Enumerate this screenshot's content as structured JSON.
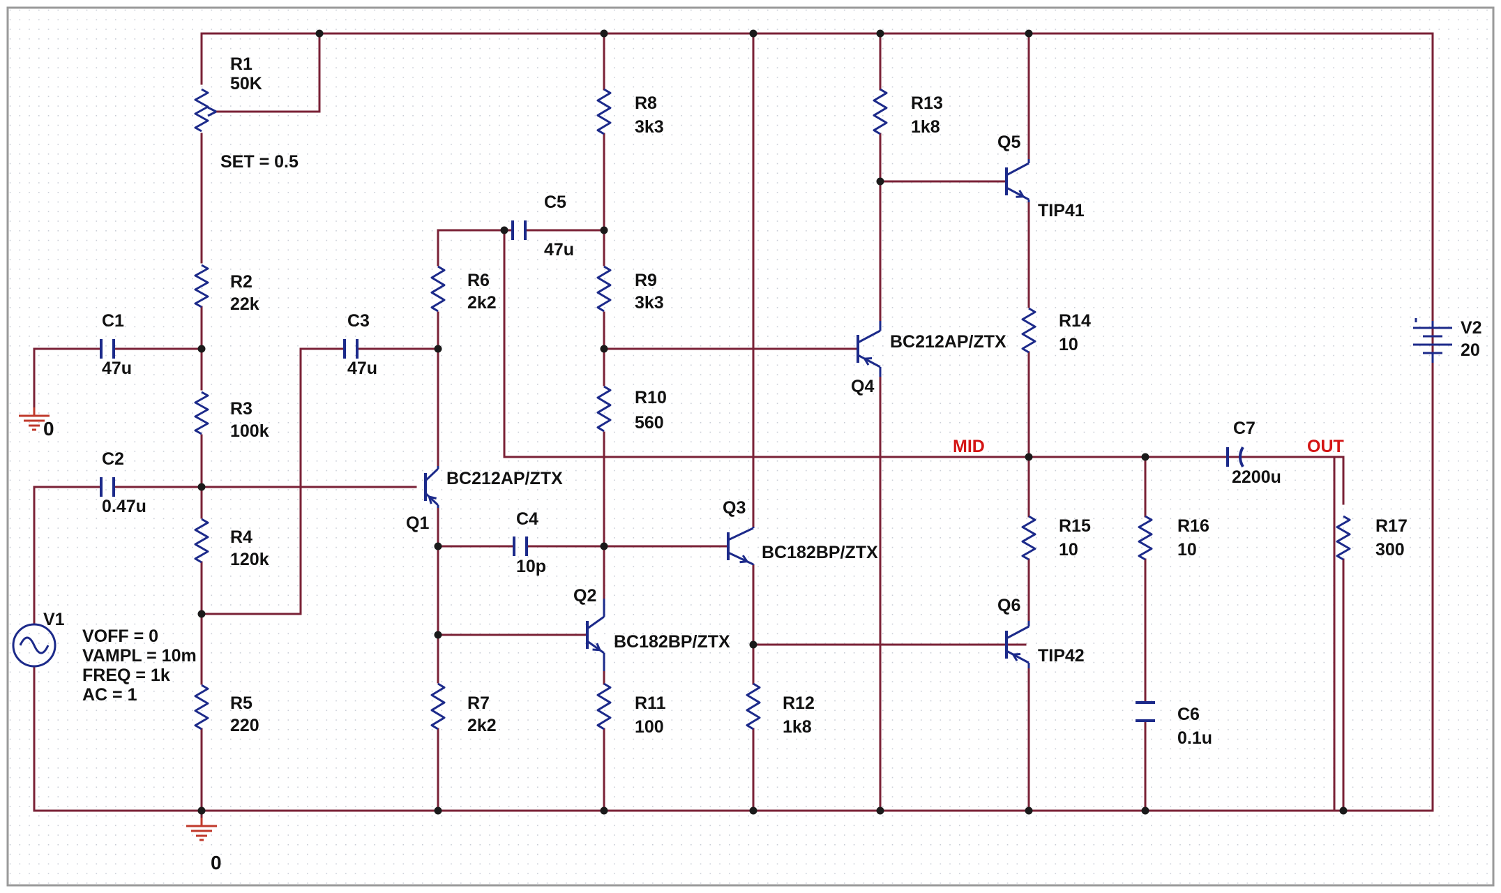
{
  "colors": {
    "wire": "#7a2136",
    "part": "#1c2a8a",
    "text": "#111111",
    "net_label": "#d41414",
    "grid": "#c9cdd6",
    "frame": "#9a9a9a",
    "ground": "#c0392b"
  },
  "components": {
    "R1": {
      "ref": "R1",
      "value": "50K",
      "param": "SET = 0.5"
    },
    "R2": {
      "ref": "R2",
      "value": "22k"
    },
    "R3": {
      "ref": "R3",
      "value": "100k"
    },
    "R4": {
      "ref": "R4",
      "value": "120k"
    },
    "R5": {
      "ref": "R5",
      "value": "220"
    },
    "R6": {
      "ref": "R6",
      "value": "2k2"
    },
    "R7": {
      "ref": "R7",
      "value": "2k2"
    },
    "R8": {
      "ref": "R8",
      "value": "3k3"
    },
    "R9": {
      "ref": "R9",
      "value": "3k3"
    },
    "R10": {
      "ref": "R10",
      "value": "560"
    },
    "R11": {
      "ref": "R11",
      "value": "100"
    },
    "R12": {
      "ref": "R12",
      "value": "1k8"
    },
    "R13": {
      "ref": "R13",
      "value": "1k8"
    },
    "R14": {
      "ref": "R14",
      "value": "10"
    },
    "R15": {
      "ref": "R15",
      "value": "10"
    },
    "R16": {
      "ref": "R16",
      "value": "10"
    },
    "R17": {
      "ref": "R17",
      "value": "300"
    },
    "C1": {
      "ref": "C1",
      "value": "47u"
    },
    "C2": {
      "ref": "C2",
      "value": "0.47u"
    },
    "C3": {
      "ref": "C3",
      "value": "47u"
    },
    "C4": {
      "ref": "C4",
      "value": "10p"
    },
    "C5": {
      "ref": "C5",
      "value": "47u"
    },
    "C6": {
      "ref": "C6",
      "value": "0.1u"
    },
    "C7": {
      "ref": "C7",
      "value": "2200u"
    },
    "Q1": {
      "ref": "Q1",
      "model": "BC212AP/ZTX"
    },
    "Q2": {
      "ref": "Q2",
      "model": "BC182BP/ZTX"
    },
    "Q3": {
      "ref": "Q3",
      "model": "BC182BP/ZTX"
    },
    "Q4": {
      "ref": "Q4",
      "model": "BC212AP/ZTX"
    },
    "Q5": {
      "ref": "Q5",
      "model": "TIP41"
    },
    "Q6": {
      "ref": "Q6",
      "model": "TIP42"
    },
    "V1": {
      "ref": "V1",
      "params": [
        "VOFF = 0",
        "VAMPL = 10m",
        "FREQ = 1k",
        "AC = 1"
      ]
    },
    "V2": {
      "ref": "V2",
      "value": "20"
    }
  },
  "nets": {
    "mid": "MID",
    "out": "OUT",
    "ground_left": "0",
    "ground_bottom": "0"
  }
}
